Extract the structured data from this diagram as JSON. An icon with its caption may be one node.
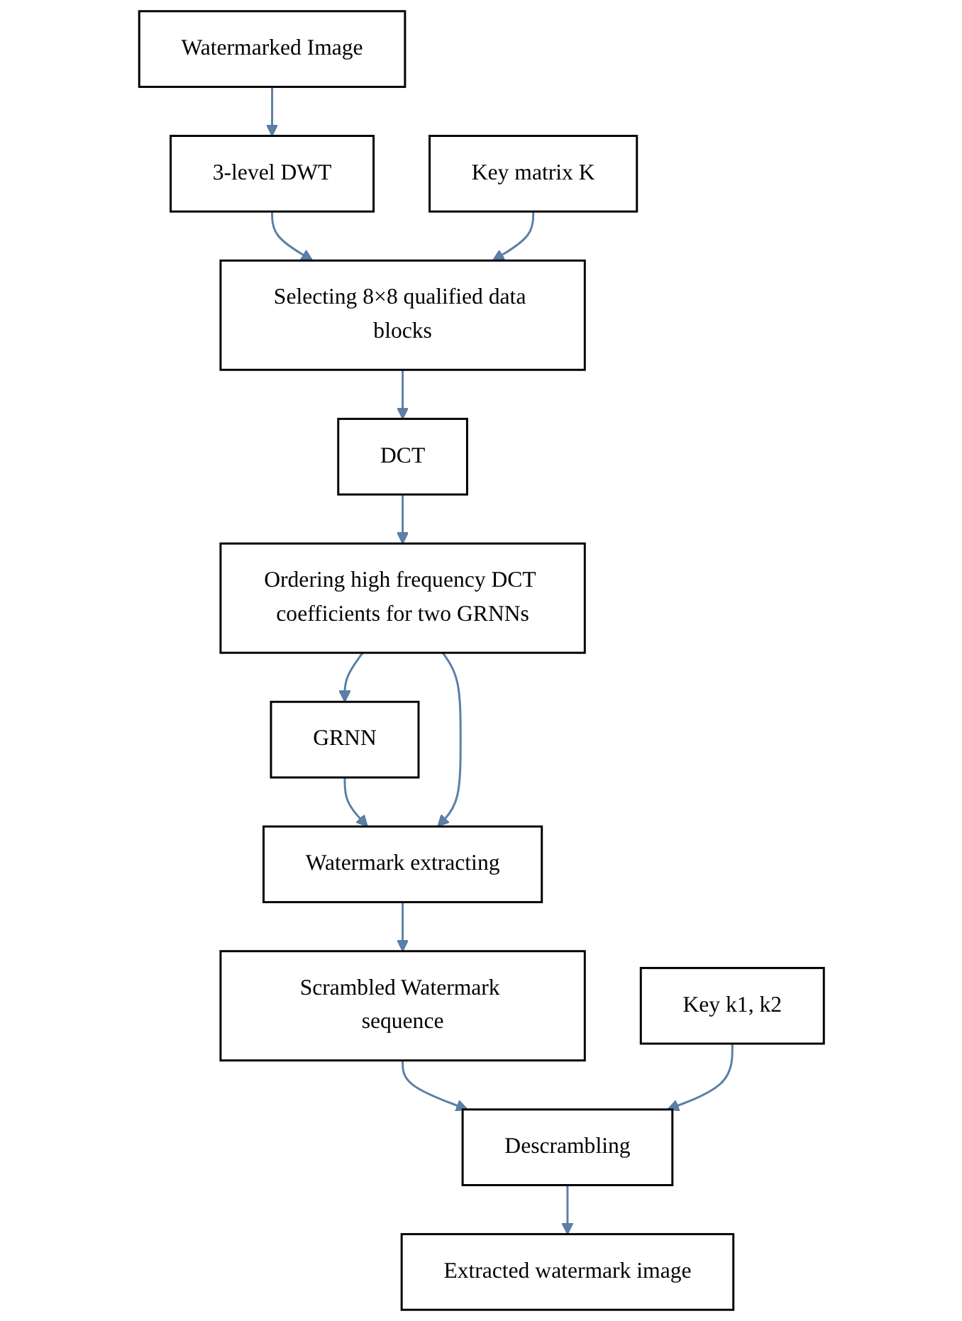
{
  "diagram": {
    "nodes": [
      {
        "text": [
          "Watermarked Image"
        ]
      },
      {
        "text": [
          "3-level DWT"
        ]
      },
      {
        "text": [
          "Key matrix K"
        ]
      },
      {
        "text": [
          "Selecting 8×8 qualified data blocks"
        ]
      },
      {
        "text": [
          "DCT"
        ]
      },
      {
        "text": [
          "GRNN"
        ]
      },
      {
        "text": [
          "Ordering high frequency DCT coefficients for two GRNNs"
        ]
      },
      {
        "text": [
          "Watermark extracting"
        ]
      },
      {
        "text": [
          "Scrambled Watermark sequence"
        ]
      },
      {
        "text": [
          "Key k1, k2"
        ]
      },
      {
        "text": [
          "Descrambling"
        ]
      },
      {
        "text": [
          "Extracted watermark image"
        ]
      }
    ],
    "edges": [
      {
        "from": 0,
        "to": 1,
        "arrow": "to"
      },
      {
        "from": 1,
        "to": 3,
        "arrow": "to"
      },
      {
        "from": 2,
        "to": 3,
        "arrow": "to"
      },
      {
        "from": 3,
        "to": 4,
        "arrow": "to"
      },
      {
        "from": 4,
        "to": 6,
        "arrow": "to"
      },
      {
        "from": 6,
        "to": 5,
        "arrow": "to"
      },
      {
        "from": 5,
        "to": 7,
        "arrow": "to"
      },
      {
        "from": 6,
        "to": 7,
        "arrow": "to"
      },
      {
        "from": 7,
        "to": 8,
        "arrow": "to"
      },
      {
        "from": 8,
        "to": 10,
        "arrow": "to"
      },
      {
        "from": 9,
        "to": 10,
        "arrow": "to"
      },
      {
        "from": 10,
        "to": 11,
        "arrow": "to"
      }
    ]
  }
}
